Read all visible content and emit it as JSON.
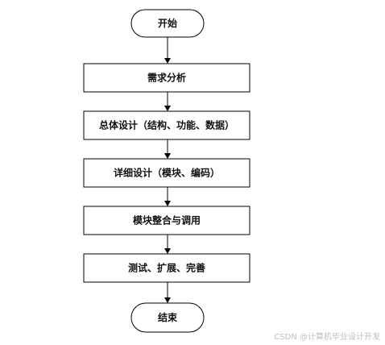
{
  "flowchart": {
    "nodes": [
      {
        "id": "start",
        "shape": "terminal",
        "label": "开始"
      },
      {
        "id": "requirements",
        "shape": "process",
        "label": "需求分析"
      },
      {
        "id": "overall-design",
        "shape": "process",
        "label": "总体设计（结构、功能、数据）"
      },
      {
        "id": "detailed-design",
        "shape": "process",
        "label": "详细设计（模块、编码）"
      },
      {
        "id": "integration",
        "shape": "process",
        "label": "模块整合与调用"
      },
      {
        "id": "testing",
        "shape": "process",
        "label": "测试、扩展、完善"
      },
      {
        "id": "end",
        "shape": "terminal",
        "label": "结束"
      }
    ],
    "edges": [
      {
        "from": "start",
        "to": "requirements"
      },
      {
        "from": "requirements",
        "to": "overall-design"
      },
      {
        "from": "overall-design",
        "to": "detailed-design"
      },
      {
        "from": "detailed-design",
        "to": "integration"
      },
      {
        "from": "integration",
        "to": "testing"
      },
      {
        "from": "testing",
        "to": "end"
      }
    ]
  },
  "watermark": "CSDN @计算机毕业设计开发",
  "colors": {
    "stroke": "#000000",
    "fill": "#ffffff",
    "text": "#111111",
    "watermark": "#bfbfbf"
  }
}
